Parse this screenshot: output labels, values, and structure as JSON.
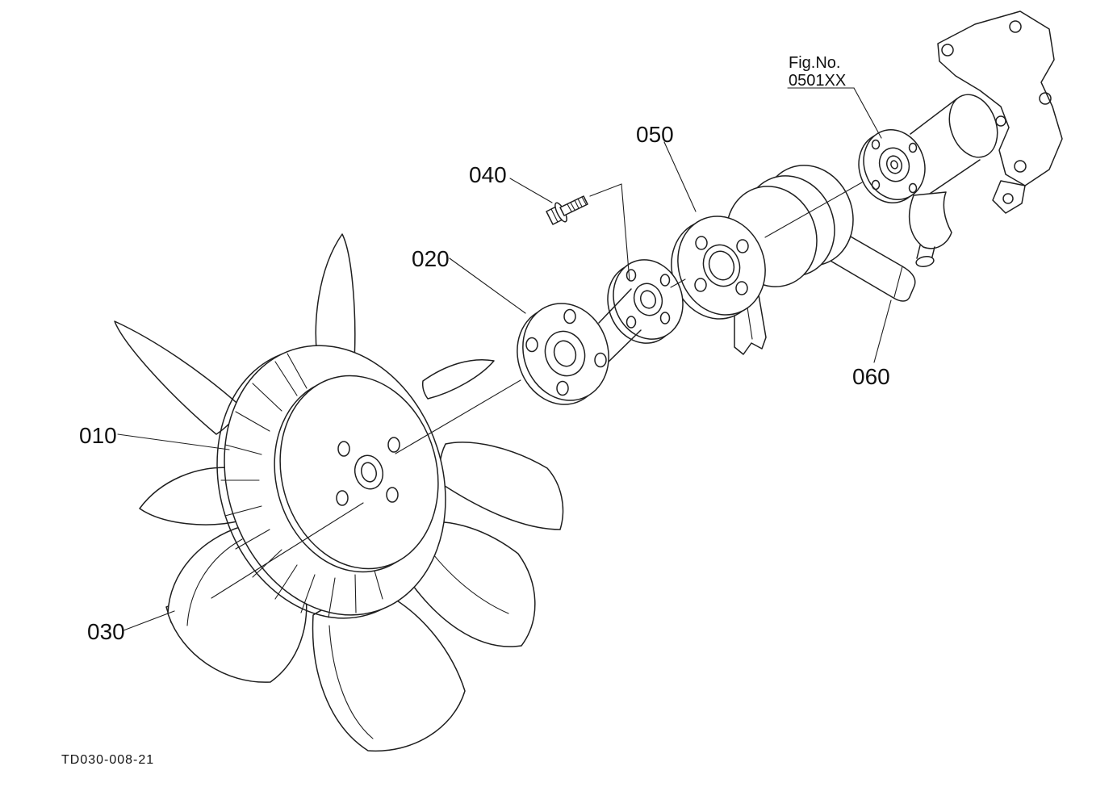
{
  "page": {
    "background": "#ffffff",
    "line_color": "#1f1f1f"
  },
  "callouts": {
    "fan": "010",
    "coupling": "020",
    "fan_bolt": "030",
    "coupling_bolt": "040",
    "pulley": "050",
    "belt": "060"
  },
  "figure_ref": {
    "label": "Fig.No.",
    "value": "0501XX"
  },
  "drawing_number": "TD030-008-21"
}
